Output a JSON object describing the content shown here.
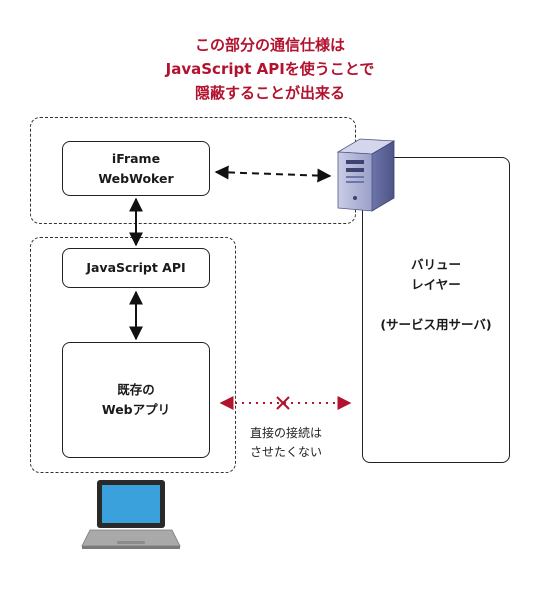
{
  "caption": {
    "line1": "この部分の通信仕様は",
    "line2": "JavaScript  APIを使うことで",
    "line3": "隠蔽することが出来る"
  },
  "boxes": {
    "iframe": {
      "line1": "iFrame",
      "line2": "WebWoker"
    },
    "jsapi": {
      "label": "JavaScript API"
    },
    "webapp": {
      "line1": "既存の",
      "line2": "Webアプリ"
    },
    "value_layer": {
      "line1": "バリュー",
      "line2": "レイヤー",
      "line3": "(サービス用サーバ)"
    }
  },
  "note": {
    "line1": "直接の接続は",
    "line2": "させたくない"
  },
  "colors": {
    "caption": "#b3122f",
    "forbidden_link": "#b3122f",
    "screen": "#3aa1dc"
  },
  "icons": [
    "server-icon",
    "laptop-icon"
  ]
}
